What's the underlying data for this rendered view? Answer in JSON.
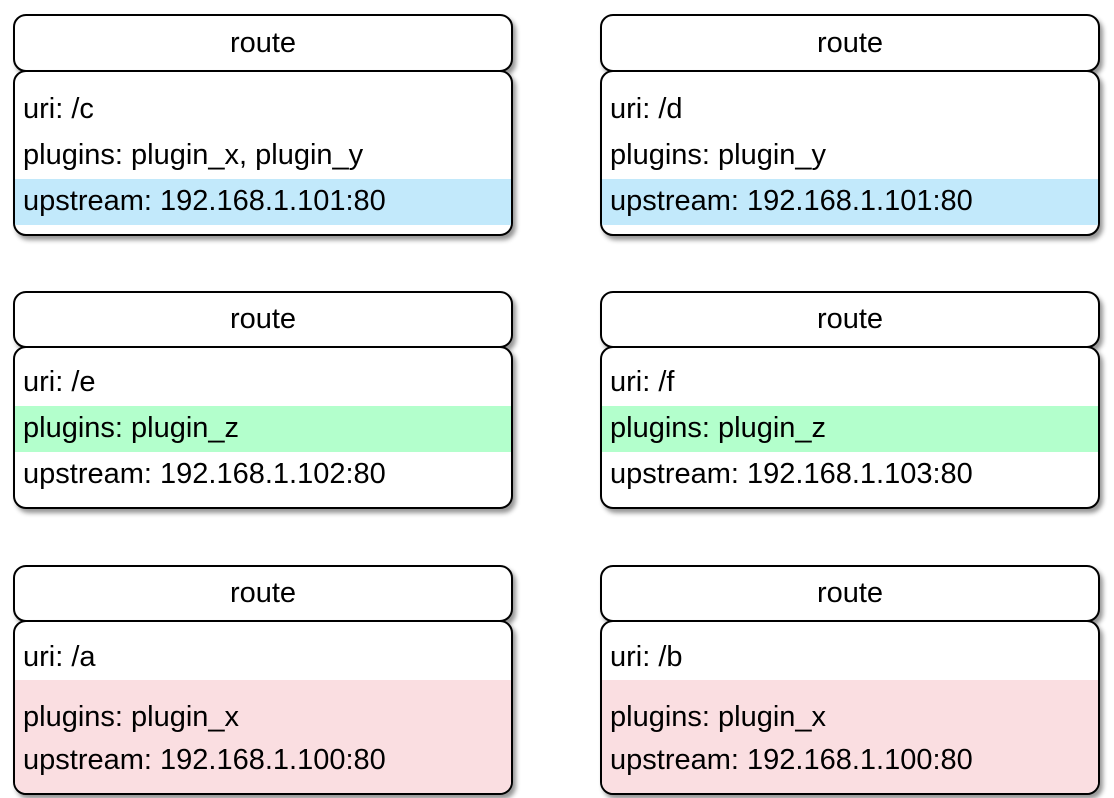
{
  "colors": {
    "background": "#ffffff",
    "border": "#000000",
    "text": "#000000",
    "highlight_blue": "#c2e9fb",
    "highlight_green": "#b3ffcc",
    "highlight_pink": "#fadee1"
  },
  "node_title": "route",
  "cards": [
    {
      "id": "route-c",
      "title": "route",
      "rows": [
        {
          "label": "uri: /c",
          "highlight": "none"
        },
        {
          "label": "plugins: plugin_x, plugin_y",
          "highlight": "none"
        },
        {
          "label": "upstream: 192.168.1.101:80",
          "highlight": "blue"
        }
      ],
      "uri": "/c",
      "plugins": "plugin_x, plugin_y",
      "upstream": "192.168.1.101:80"
    },
    {
      "id": "route-d",
      "title": "route",
      "rows": [
        {
          "label": "uri: /d",
          "highlight": "none"
        },
        {
          "label": "plugins: plugin_y",
          "highlight": "none"
        },
        {
          "label": "upstream: 192.168.1.101:80",
          "highlight": "blue"
        }
      ],
      "uri": "/d",
      "plugins": "plugin_y",
      "upstream": "192.168.1.101:80"
    },
    {
      "id": "route-e",
      "title": "route",
      "rows": [
        {
          "label": "uri: /e",
          "highlight": "none"
        },
        {
          "label": "plugins: plugin_z",
          "highlight": "green"
        },
        {
          "label": "upstream: 192.168.1.102:80",
          "highlight": "none"
        }
      ],
      "uri": "/e",
      "plugins": "plugin_z",
      "upstream": "192.168.1.102:80"
    },
    {
      "id": "route-f",
      "title": "route",
      "rows": [
        {
          "label": "uri: /f",
          "highlight": "none"
        },
        {
          "label": "plugins: plugin_z",
          "highlight": "green"
        },
        {
          "label": "upstream: 192.168.1.103:80",
          "highlight": "none"
        }
      ],
      "uri": "/f",
      "plugins": "plugin_z",
      "upstream": "192.168.1.103:80"
    },
    {
      "id": "route-a",
      "title": "route",
      "rows": [
        {
          "label": "uri: /a",
          "highlight": "none"
        },
        {
          "label": "plugins: plugin_x",
          "highlight": "pink"
        },
        {
          "label": "upstream: 192.168.1.100:80",
          "highlight": "pink"
        }
      ],
      "uri": "/a",
      "plugins": "plugin_x",
      "upstream": "192.168.1.100:80"
    },
    {
      "id": "route-b",
      "title": "route",
      "rows": [
        {
          "label": "uri: /b",
          "highlight": "none"
        },
        {
          "label": "plugins: plugin_x",
          "highlight": "pink"
        },
        {
          "label": "upstream: 192.168.1.100:80",
          "highlight": "pink"
        }
      ],
      "uri": "/b",
      "plugins": "plugin_x",
      "upstream": "192.168.1.100:80"
    }
  ]
}
